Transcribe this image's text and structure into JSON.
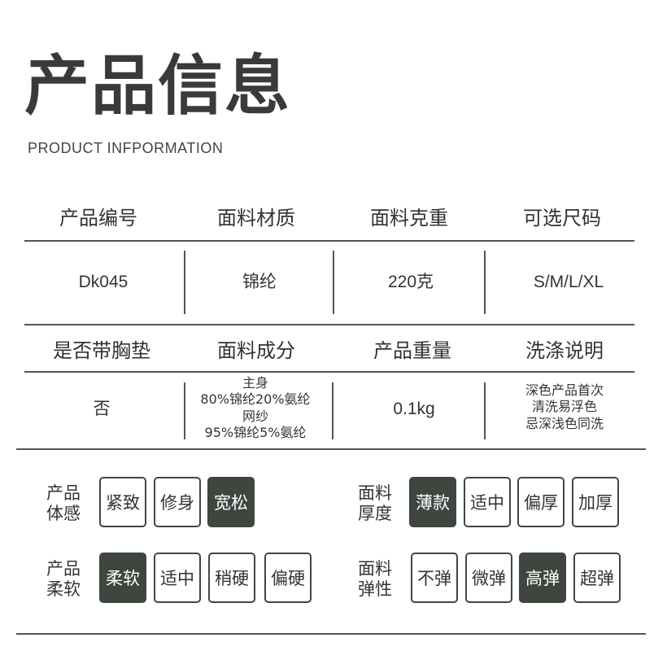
{
  "header": {
    "title": "产品信息",
    "subtitle": "PRODUCT INFPORMATION"
  },
  "table1": {
    "headers": [
      "产品编号",
      "面料材质",
      "面料克重",
      "可选尺码"
    ],
    "values": [
      "Dk045",
      "锦纶",
      "220克",
      "S/M/L/XL"
    ]
  },
  "table2": {
    "headers": [
      "是否带胸垫",
      "面料成分",
      "产品重量",
      "洗涤说明"
    ],
    "values": {
      "pad": "否",
      "composition": [
        "主身",
        "80%锦纶20%氨纶",
        "网纱",
        "95%锦纶5%氨纶"
      ],
      "weight": "0.1kg",
      "washing": [
        "深色产品首次",
        "清洗易浮色",
        "忌深浅色同洗"
      ]
    }
  },
  "attributes": {
    "fit": {
      "label": [
        "产品",
        "体感"
      ],
      "options": [
        "紧致",
        "修身",
        "宽松"
      ],
      "selected": "宽松"
    },
    "thickness": {
      "label": [
        "面料",
        "厚度"
      ],
      "options": [
        "薄款",
        "适中",
        "偏厚",
        "加厚"
      ],
      "selected": "薄款"
    },
    "softness": {
      "label": [
        "产品",
        "柔软"
      ],
      "options": [
        "柔软",
        "适中",
        "稍硬",
        "偏硬"
      ],
      "selected": "柔软"
    },
    "elasticity": {
      "label": [
        "面料",
        "弹性"
      ],
      "options": [
        "不弹",
        "微弹",
        "高弹",
        "超弹"
      ],
      "selected": "高弹"
    }
  },
  "colors": {
    "selected_bg": "#3f4640",
    "text": "#333333",
    "line": "#555555"
  }
}
